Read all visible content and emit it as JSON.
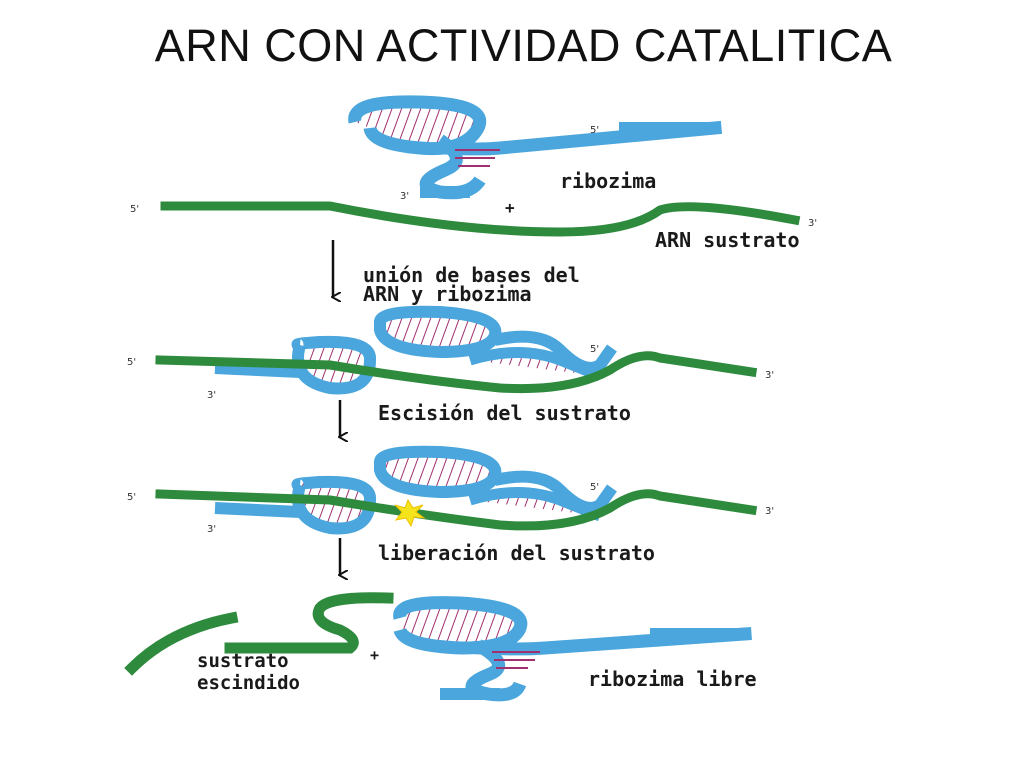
{
  "title": "ARN CON ACTIVIDAD CATALITICA",
  "colors": {
    "ribozyme": "#4aa6dc",
    "substrate": "#2e8b3e",
    "base_pairs": "#a0306e",
    "cleavage_star": "#f5e31b"
  },
  "stage1": {
    "ribozyme_label": "ribozima",
    "substrate_label": "ARN sustrato",
    "plus": "+",
    "ribozyme_5": "5'",
    "ribozyme_3": "3'",
    "substrate_5": "5'",
    "substrate_3": "3'"
  },
  "step1": {
    "line1": "unión de bases del",
    "line2": "ARN y ribozima"
  },
  "stage2": {
    "left_5": "5'",
    "left_3": "3'",
    "inner_5": "5'",
    "right_3": "3'"
  },
  "step2": {
    "label": "Escisión del sustrato"
  },
  "stage3": {
    "left_5": "5'",
    "left_3": "3'",
    "inner_5": "5'",
    "right_3": "3'"
  },
  "step3": {
    "label": "liberación del sustrato"
  },
  "stage4": {
    "cleaved_line1": "sustrato",
    "cleaved_line2": "escindido",
    "plus": "+",
    "free_label": "ribozima libre"
  }
}
